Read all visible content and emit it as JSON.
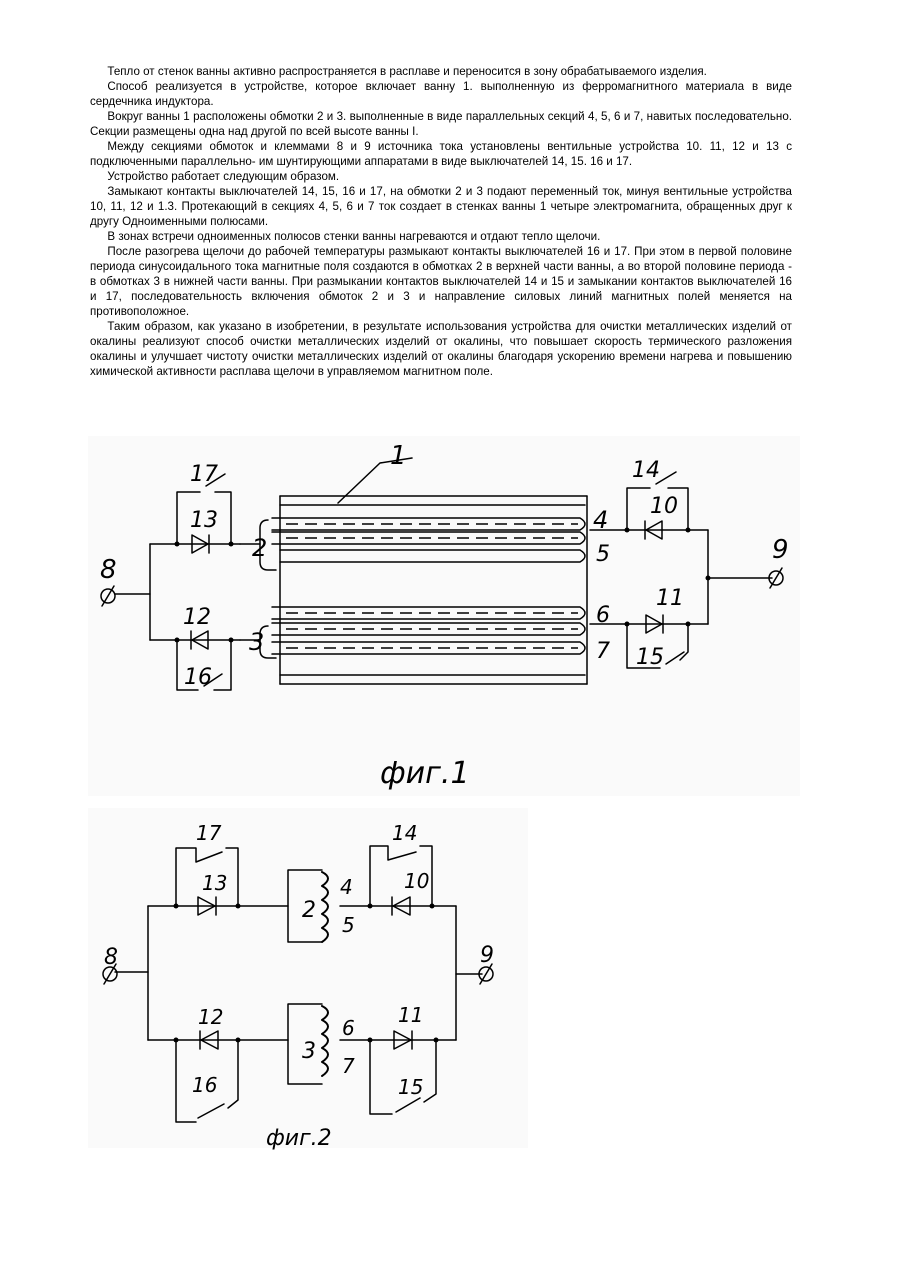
{
  "paragraphs": [
    "Тепло от стенок ванны активно распространяется в расплаве и переносится в зону обрабатываемого изделия.",
    "Способ реализуется в устройстве, которое включает ванну 1. выполненную из ферромагнитного материала в виде сердечника индуктора.",
    "Вокруг ванны 1 расположены обмотки 2 и 3. выполненные в виде параллельных секций 4, 5, 6 и 7, навитых последовательно. Секции размещены одна над другой по всей высоте ванны I.",
    "Между секциями обмоток и клеммами 8 и 9 источника тока установлены вентильные устройства 10. 11, 12 и 13 с подключенными параллельно- им шунтирующими аппаратами в виде выключателей 14, 15. 16 и 17.",
    "Устройство работает следующим образом.",
    "Замыкают контакты выключателей 14, 15, 16 и 17, на обмотки 2 и 3 подают переменный ток, минуя вентильные устройства 10, 11, 12 и 1.3. Протекающий в секциях 4, 5, 6 и 7 ток создает в стенках ванны 1 четыре электромагнита, обращенных друг к другу Одноименными полюсами.",
    "В зонах встречи одноименных полюсов стенки ванны нагреваются и отдают тепло щелочи.",
    "После разогрева щелочи до рабочей температуры размыкают контакты выключателей 16 и 17. При этом в первой половине периода синусоидального тока магнитные поля создаются в обмотках 2 в верхней части ванны, а во второй половине периода - в обмотках 3 в нижней части ванны. При размыкании контактов выключателей 14 и 15 и замыкании контактов выключателей 16 и 17, последовательность включения обмоток 2 и 3 и направление силовых линий магнитных полей меняется на противоположное.",
    "Таким образом, как указано в изобретении, в результате использования устройства для очистки металлических изделий от окалины реализуют способ очистки металлических изделий от окалины, что повышает скорость термического разложения окалины и улучшает чистоту очистки металлических изделий от окалины благодаря ускорению времени нагрева и повышению химической активности расплава щелочи в управляемом магнитном поле."
  ],
  "fig1": {
    "caption": "фиг.1",
    "labels": {
      "bath": "1",
      "winding_top": "2",
      "winding_bottom": "3",
      "section4": "4",
      "section5": "5",
      "section6": "6",
      "section7": "7",
      "terminal_left": "8",
      "terminal_right": "9",
      "valve10": "10",
      "valve11": "11",
      "valve12": "12",
      "valve13": "13",
      "switch14": "14",
      "switch15": "15",
      "switch16": "16",
      "switch17": "17",
      "terminal_symbol": "ϕ"
    }
  },
  "fig2": {
    "caption": "фиг.2",
    "labels": {
      "winding_top": "2",
      "winding_bottom": "3",
      "section4": "4",
      "section5": "5",
      "section6": "6",
      "section7": "7",
      "terminal_left": "8",
      "terminal_right": "9",
      "valve10": "10",
      "valve11": "11",
      "valve12": "12",
      "valve13": "13",
      "switch14": "14",
      "switch15": "15",
      "switch16": "16",
      "switch17": "17",
      "terminal_symbol": "ϕ"
    }
  }
}
